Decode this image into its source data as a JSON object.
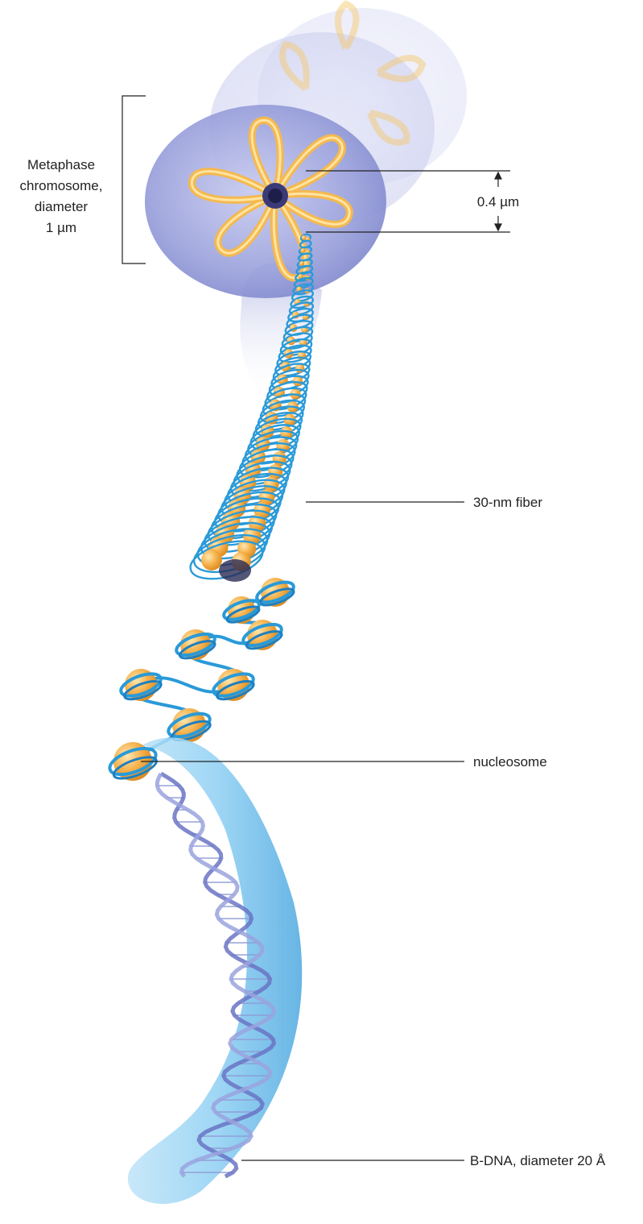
{
  "labels": {
    "metaphase": [
      "Metaphase",
      "chromosome,",
      "diameter",
      "1 µm"
    ],
    "loop_size": "0.4 µm",
    "fiber": "30-nm fiber",
    "nucleosome": "nucleosome",
    "bdna": "B-DNA, diameter 20 Å"
  },
  "colors": {
    "dna_blue": "#2a9ad8",
    "histone_orange": "#f0a63a",
    "chromatin_loop": "#f6c766",
    "halo": "#8c95d6",
    "helix_tube": "#7ac2ec"
  }
}
